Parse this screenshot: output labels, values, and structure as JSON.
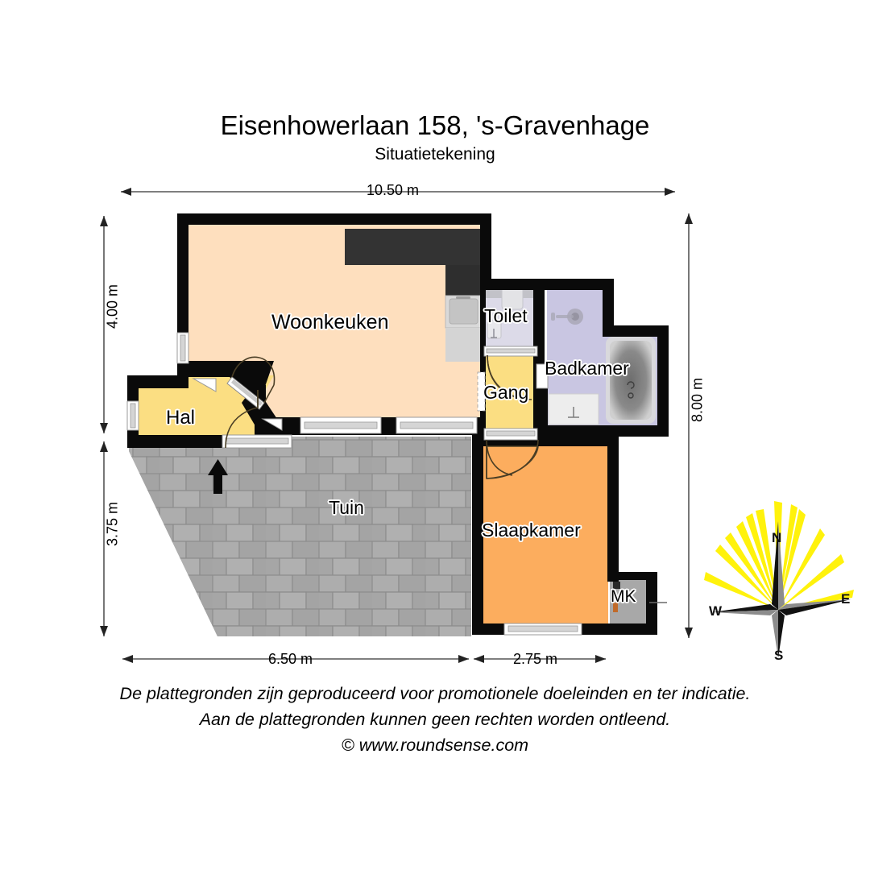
{
  "title": {
    "address": "Eisenhowerlaan 158, 's-Gravenhage",
    "drawing_type": "Situatietekening"
  },
  "dimensions": {
    "top_width": "10.50 m",
    "left_upper": "4.00 m",
    "left_lower": "3.75 m",
    "right_total": "8.00 m",
    "bottom_left": "6.50 m",
    "bottom_right": "2.75 m"
  },
  "rooms": [
    {
      "name": "Woonkeuken",
      "color": "#FEDFBE"
    },
    {
      "name": "Toilet",
      "color": "#DCDAE8"
    },
    {
      "name": "Badkamer",
      "color": "#C9C6E2"
    },
    {
      "name": "Gang",
      "color": "#FBDE82"
    },
    {
      "name": "Hal",
      "color": "#FBDE82"
    },
    {
      "name": "Tuin",
      "color": "#A9A9A9"
    },
    {
      "name": "Slaapkamer",
      "color": "#FCAD5E"
    },
    {
      "name": "MK",
      "color": "#A8A8A8"
    }
  ],
  "compass": {
    "north": "N",
    "east": "E",
    "south": "S",
    "west": "W",
    "ray_color": "#FFF200"
  },
  "footer": {
    "line1": "De plattegronden zijn geproduceerd voor promotionele doeleinden en ter indicatie.",
    "line2": "Aan de plattegronden kunnen geen rechten worden ontleend.",
    "line3": "© www.roundsense.com"
  },
  "palette": {
    "wall": "#0A0A0A",
    "counter_dark": "#333333",
    "appliance_light": "#D4D4D4",
    "window_frame": "#E8E8E8",
    "paving": "#A9A9A9",
    "paving_line": "#8E8E8E"
  }
}
